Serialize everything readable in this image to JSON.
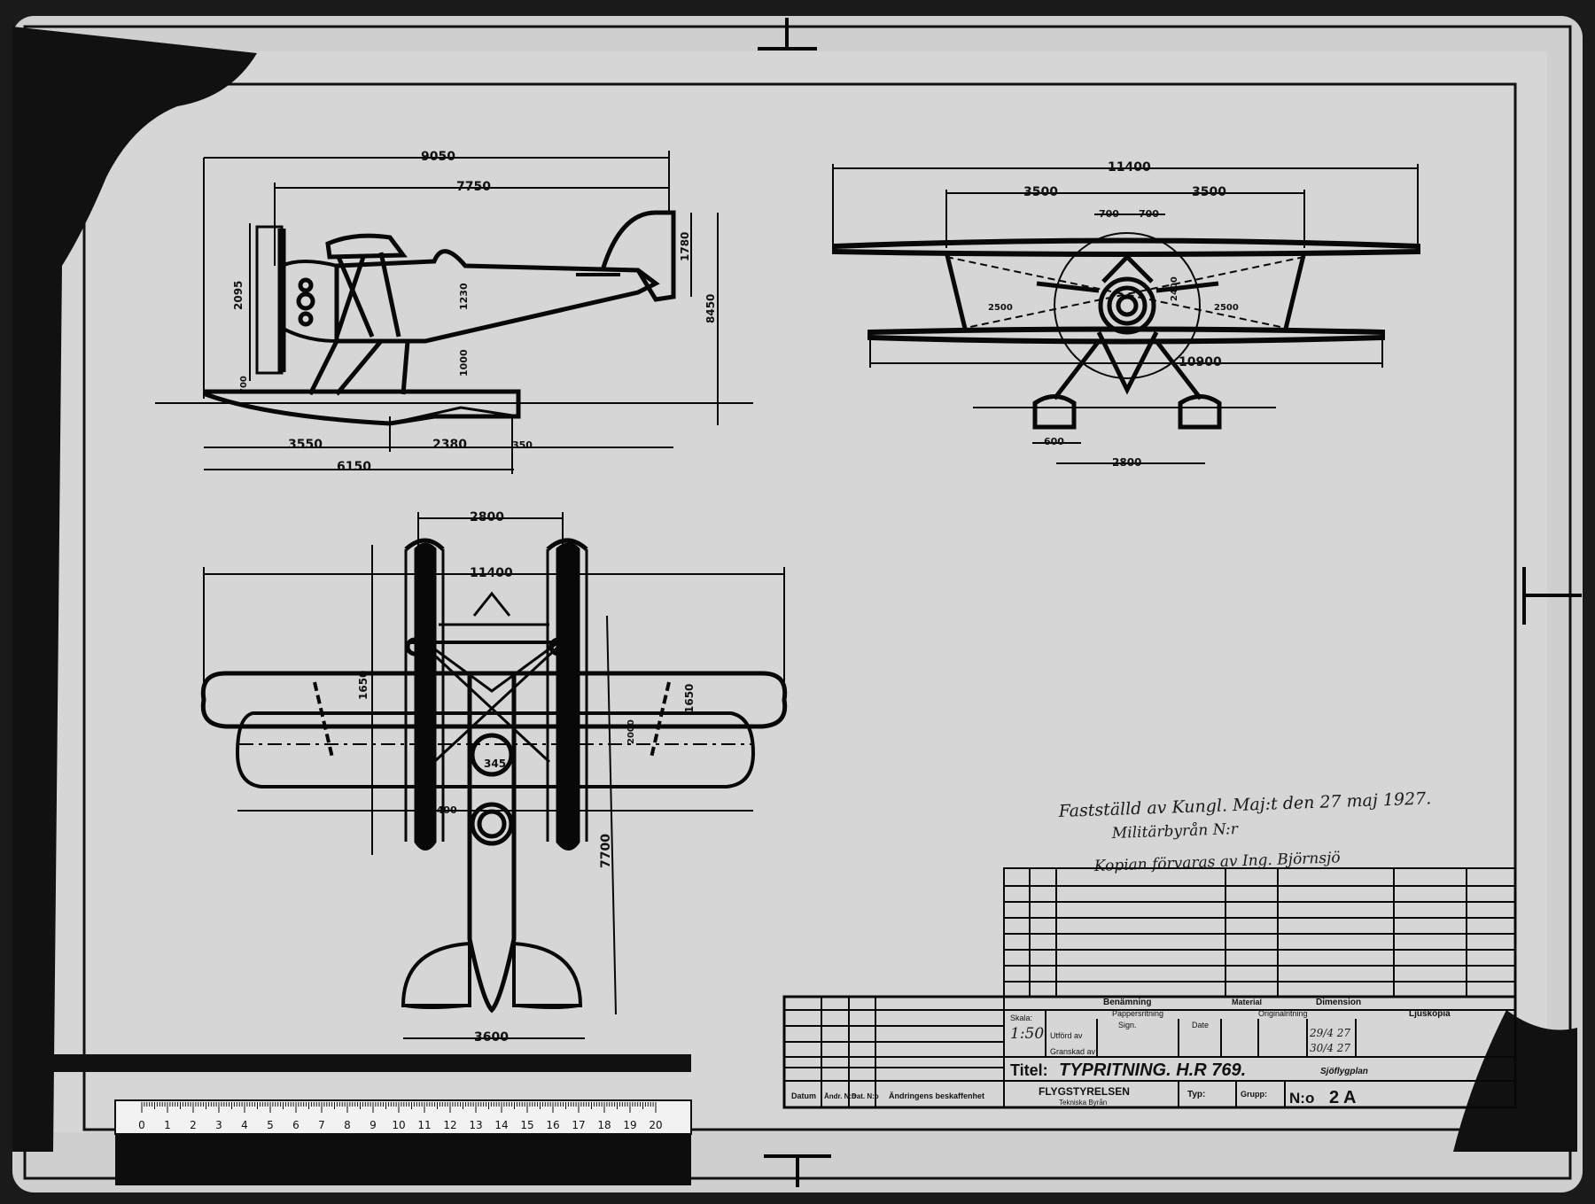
{
  "side_view": {
    "dim_overall_top": "9050",
    "dim_fuselage": "7750",
    "dim_height_left": "2095",
    "dim_tail": "1780",
    "dim_float_step": "1230",
    "dim_floor": "8450",
    "dim_strut": "1000",
    "dim_bottom_1": "3550",
    "dim_bottom_2": "2380",
    "dim_bottom_3": "350",
    "dim_bottom_total": "6150",
    "dim_small_float": "700"
  },
  "front_view": {
    "span_upper": "11400",
    "half_left": "3500",
    "half_right": "3500",
    "center_left": "700",
    "center_right": "700",
    "span_lower": "10900",
    "float_width": "600",
    "float_track": "2800",
    "side_left": "2500",
    "side_right": "2500",
    "prop": "2400"
  },
  "top_view": {
    "float_track": "2800",
    "span": "11400",
    "chord_left": "1650",
    "chord_right": "1650",
    "length": "7700",
    "tail_span": "3600",
    "lower_chord": "1400",
    "wing_panel": "2000",
    "hub_label": "345"
  },
  "notes": {
    "line1": "Fastställd av Kungl. Maj:t den 27 maj 1927.",
    "line2": "Militärbyrån N:r",
    "line3": "Kopian förvaras av Ing. Björnsjö"
  },
  "title_block": {
    "col_benamning": "Benämning",
    "col_material": "Material",
    "col_dimension": "Dimension",
    "label_skala": "Skala:",
    "scale": "1:50",
    "label_ritad": "Utförd av",
    "label_granskad": "Granskad av",
    "label_papper": "Pappersritning",
    "label_sign": "Sign.",
    "label_datum": "Date",
    "label_original": "Originalritning",
    "date1": "29/4 27",
    "date2": "30/4 27",
    "label_ljuskopia": "Ljuskopia",
    "label_titel": "Titel:",
    "title": "TYPRITNING. H.R 769.",
    "subtitle": "Sjöflygplan",
    "label_datum2": "Datum",
    "label_andr": "Ändr. N:o",
    "label_dat": "Dat. N:o",
    "label_andringar": "Ändringens beskaffenhet",
    "org": "FLYGSTYRELSEN",
    "org_sub": "Tekniska Byrån",
    "label_typ": "Typ:",
    "label_grupp": "Grupp:",
    "label_no": "N:o",
    "drawing_no": "2 A"
  },
  "ruler": {
    "ticks": [
      "0",
      "1",
      "2",
      "3",
      "4",
      "5",
      "6",
      "7",
      "8",
      "9",
      "10",
      "11",
      "12",
      "13",
      "14",
      "15",
      "16",
      "17",
      "18",
      "19",
      "20"
    ]
  },
  "colors": {
    "paper": "#d6d6d6",
    "ink": "#080808",
    "frame_dark": "#1a1a1a"
  }
}
